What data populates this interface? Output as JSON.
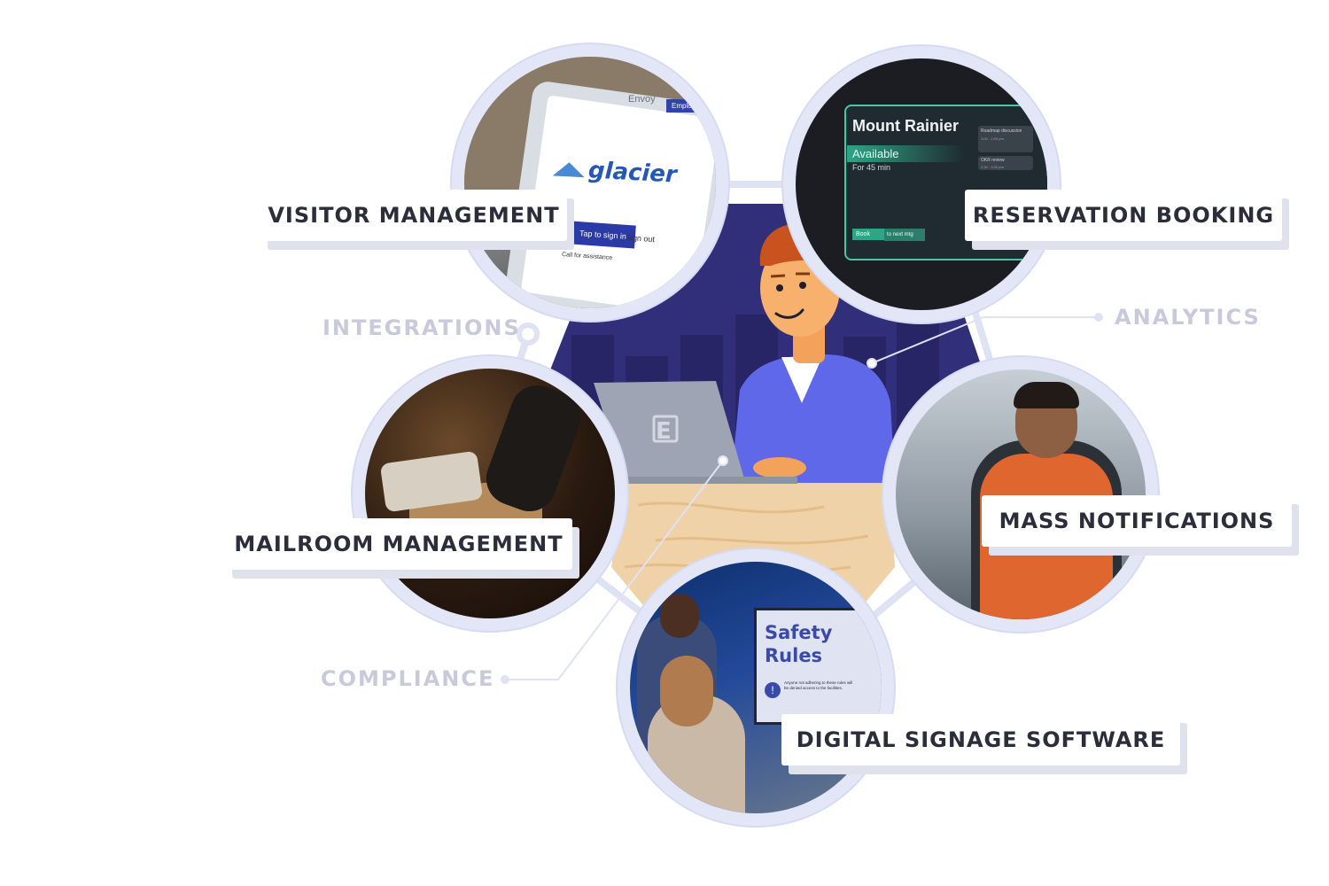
{
  "features": {
    "visitor_management": "VISITOR MANAGEMENT",
    "reservation_booking": "RESERVATION BOOKING",
    "mailroom_management": "MAILROOM MANAGEMENT",
    "mass_notifications": "MASS NOTIFICATIONS",
    "digital_signage": "DIGITAL SIGNAGE SOFTWARE"
  },
  "capabilities": {
    "integrations": "INTEGRATIONS",
    "analytics": "ANALYTICS",
    "compliance": "COMPLIANCE"
  },
  "photos": {
    "visitor": {
      "tablet_brand": "Envoy",
      "tablet_button": "Employee",
      "logo": "glacier",
      "sign_in": "Tap to sign in",
      "sign_out": "Sign out",
      "assist": "Call for assistance"
    },
    "reservation": {
      "room": "Mount Rainier",
      "status": "Available",
      "duration": "For 45 min",
      "event1_title": "Roadmap discussion",
      "event1_time": "1:00 - 2:00 pm",
      "event2_title": "OKR review",
      "event2_time": "2:30 - 3:30 pm",
      "book": "Book",
      "next": "to next mtg"
    },
    "signage": {
      "title_line1": "Safety",
      "title_line2": "Rules",
      "body": "Anyone not adhering to these rules will be denied access to the facilities."
    },
    "laptop_logo": "E"
  },
  "colors": {
    "navy": "#312f7a",
    "purple": "#5c63e8",
    "ring": "#e3e6f7",
    "label_text": "#2c2c3a",
    "muted_label": "#c8cadb"
  }
}
